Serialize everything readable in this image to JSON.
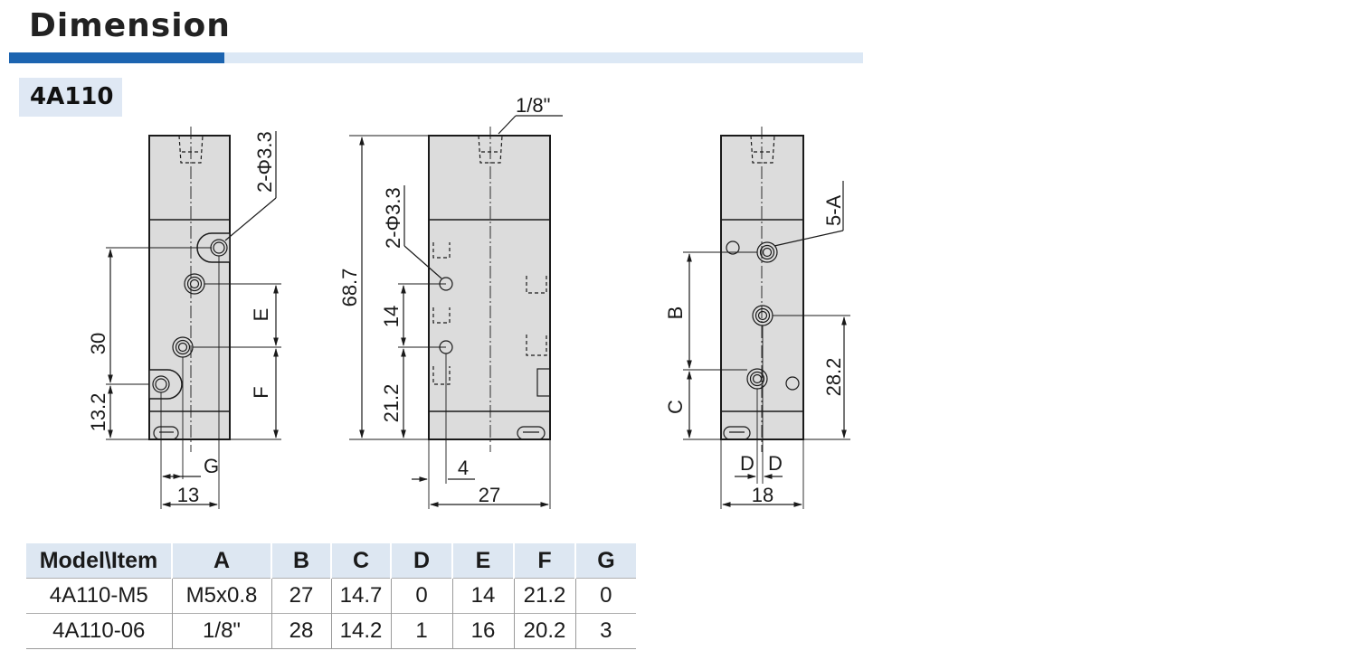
{
  "header": {
    "title": "Dimension"
  },
  "model_badge": "4A110",
  "drawing": {
    "left_view": {
      "hole_label": "2-Φ3.3",
      "dim_30": "30",
      "dim_13_2": "13.2",
      "dim_E": "E",
      "dim_F": "F",
      "dim_G": "G",
      "dim_13": "13"
    },
    "middle_view": {
      "port_label": "1/8\"",
      "hole_label": "2-Φ3.3",
      "dim_68_7": "68.7",
      "dim_14": "14",
      "dim_21_2": "21.2",
      "dim_4": "4",
      "dim_27": "27"
    },
    "right_view": {
      "port_label": "5-A",
      "dim_B": "B",
      "dim_C": "C",
      "dim_28_2": "28.2",
      "dim_D_left": "D",
      "dim_D_right": "D",
      "dim_18": "18"
    }
  },
  "table": {
    "headers": [
      "Model\\Item",
      "A",
      "B",
      "C",
      "D",
      "E",
      "F",
      "G"
    ],
    "rows": [
      [
        "4A110-M5",
        "M5x0.8",
        "27",
        "14.7",
        "0",
        "14",
        "21.2",
        "0"
      ],
      [
        "4A110-06",
        "1/8\"",
        "28",
        "14.2",
        "1",
        "16",
        "20.2",
        "3"
      ]
    ]
  },
  "colors": {
    "accent_blue": "#1c64b0",
    "accent_light": "#dce8f5",
    "body_fill": "#dcdcdc",
    "header_fill": "#dde7f2"
  }
}
